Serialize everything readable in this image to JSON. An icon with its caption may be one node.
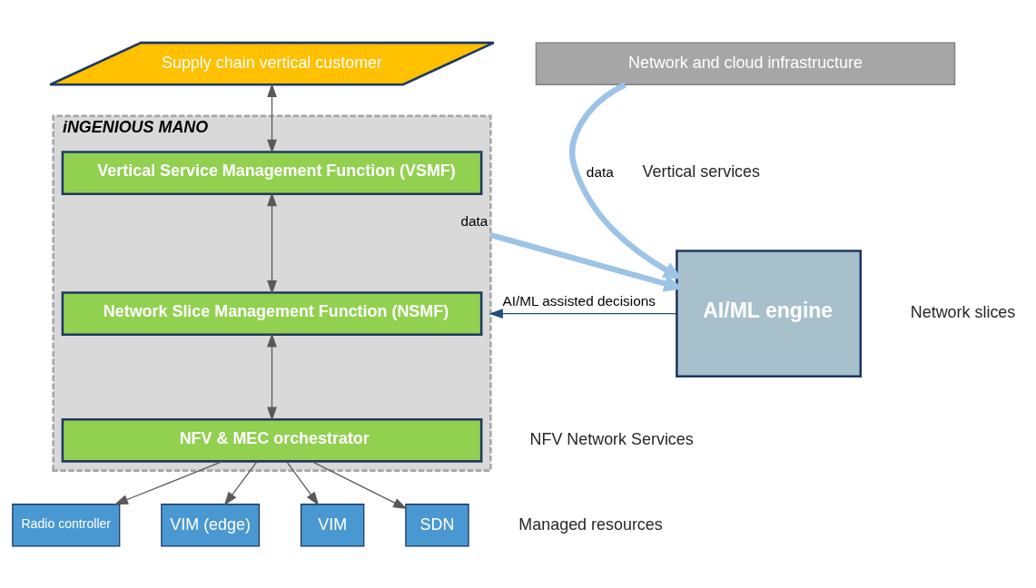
{
  "diagram": {
    "nodes": [
      {
        "text": [
          "Supply chain vertical customer"
        ]
      },
      {
        "text": [
          "iNGENIOUS MANO"
        ]
      },
      {
        "text": [
          "Vertical Service Management Function (VSMF)"
        ],
        "in": 1
      },
      {
        "text": [
          "Network Slice Management Function (NSMF)"
        ],
        "in": 1
      },
      {
        "text": [
          "NFV & MEC orchestrator"
        ],
        "in": 1
      },
      {
        "text": [
          "Radio controller"
        ]
      },
      {
        "text": [
          "VIM (edge)"
        ]
      },
      {
        "text": [
          "VIM"
        ]
      },
      {
        "text": [
          "SDN"
        ]
      },
      {
        "text": [
          "Network and cloud infrastructure"
        ]
      },
      {
        "text": [
          "AI/ML engine"
        ]
      }
    ],
    "edges": [
      {
        "from": 0,
        "to": 2,
        "arrow": "both"
      },
      {
        "from": 2,
        "to": 3,
        "arrow": "both"
      },
      {
        "from": 3,
        "to": 4,
        "arrow": "both"
      },
      {
        "from": 4,
        "to": 5,
        "arrow": "to"
      },
      {
        "from": 4,
        "to": 6,
        "arrow": "to"
      },
      {
        "from": 4,
        "to": 7,
        "arrow": "to"
      },
      {
        "from": 4,
        "to": 8,
        "arrow": "to"
      },
      {
        "from": 1,
        "to": 10,
        "arrow": "to",
        "label": "data",
        "style": "thick",
        "color": "#9dc3e6"
      },
      {
        "from": 10,
        "to": 1,
        "arrow": "to",
        "label": "AI/ML assisted decisions",
        "color": "#1f4e79"
      },
      {
        "from": 9,
        "to": 10,
        "arrow": "to",
        "label": "data",
        "style": "thick",
        "color": "#9dc3e6"
      }
    ],
    "labels": [
      "Vertical services",
      "Network slices",
      "NFV Network Services",
      "Managed resources"
    ]
  }
}
